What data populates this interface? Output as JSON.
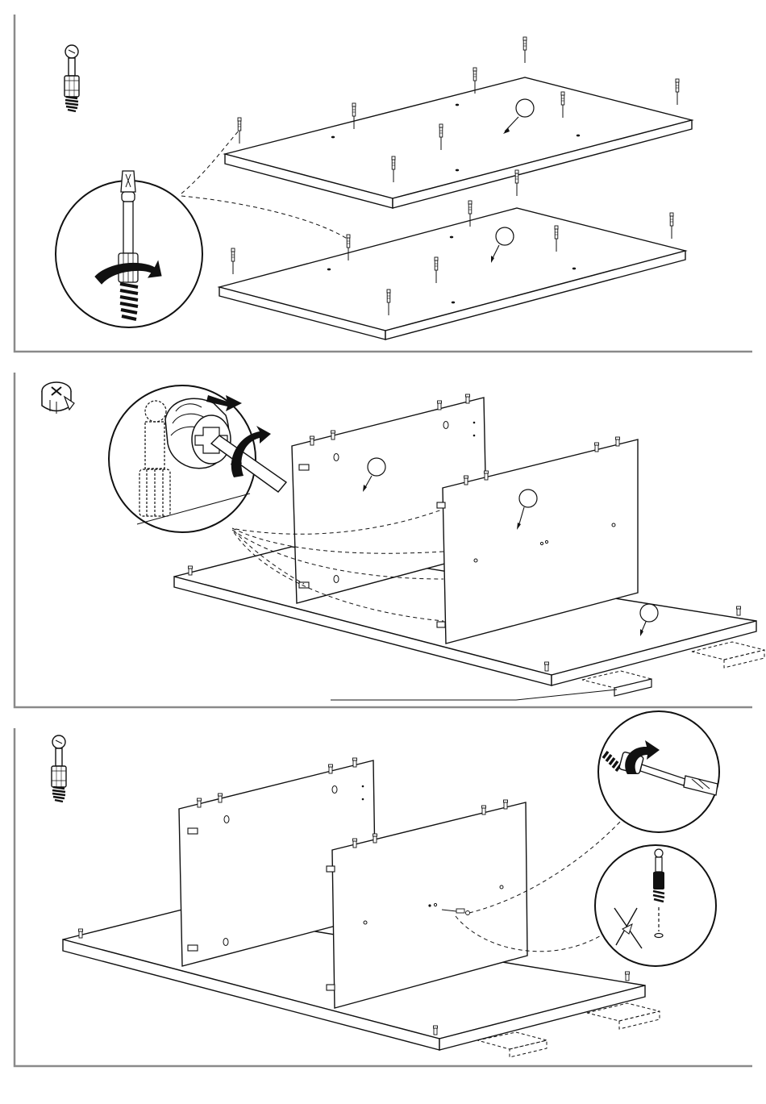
{
  "document": {
    "type": "furniture-assembly-instructions",
    "steps": [
      {
        "id": "step-1",
        "hardware_icon": "cam-bolt-icon",
        "detail_callout": "screw-in-cam-bolt-by-hand-icon",
        "panels": [
          "upper-panel",
          "lower-panel"
        ]
      },
      {
        "id": "step-2",
        "hardware_icon": "cam-lock-nut-icon",
        "detail_callout": "tighten-cam-lock-with-screwdriver-icon",
        "panels": [
          "base-panel",
          "left-side-panel",
          "right-side-panel"
        ]
      },
      {
        "id": "step-3",
        "hardware_icon": "cam-bolt-icon",
        "detail_callout": "screw-in-cam-bolt-with-screwdriver-icon",
        "secondary_callout": "wrong-insertion-x-icon",
        "panels": [
          "base-panel",
          "left-side-panel",
          "right-side-panel"
        ]
      }
    ]
  },
  "colors": {
    "line": "#111111",
    "frame": "#8a8a8a",
    "paper": "#ffffff",
    "arrow": "#111111"
  }
}
